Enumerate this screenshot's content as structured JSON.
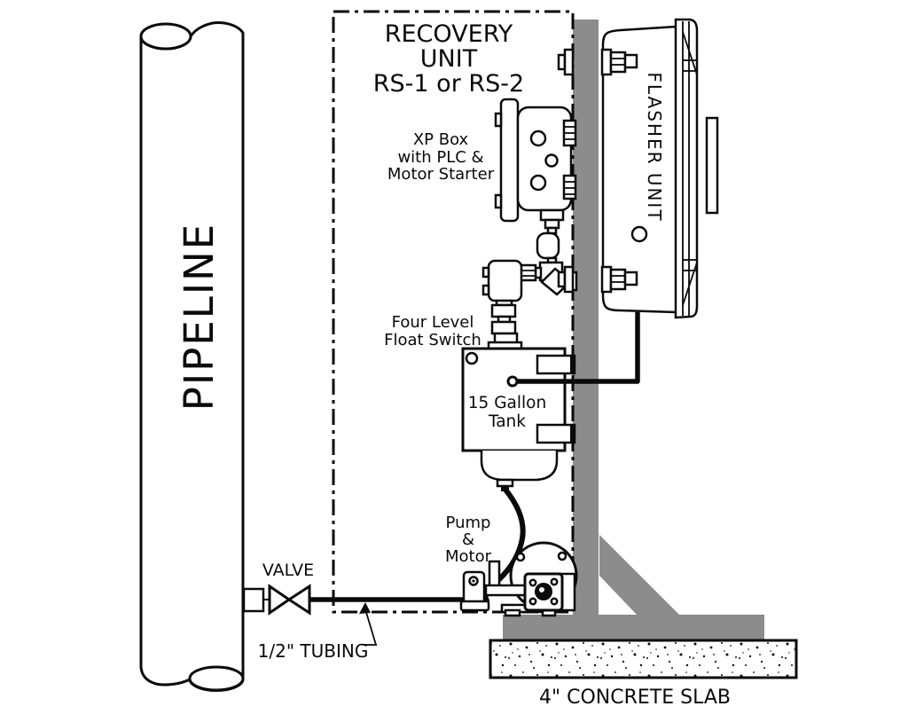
{
  "diagram": {
    "colors": {
      "post_gray": "#8c8c8c",
      "ink": "#0a0a0a",
      "background": "#ffffff"
    },
    "recovery_unit": {
      "title_lines": [
        "RECOVERY",
        "UNIT",
        "RS-1 or RS-2"
      ]
    },
    "labels": {
      "pipeline": "PIPELINE",
      "xp_box": [
        "XP Box",
        "with PLC &",
        "Motor Starter"
      ],
      "float_switch": [
        "Four Level",
        "Float Switch"
      ],
      "tank": [
        "15 Gallon",
        "Tank"
      ],
      "pump": [
        "Pump",
        "&",
        "Motor"
      ],
      "flasher": "FLASHER UNIT",
      "valve": "VALVE",
      "tubing": "1/2\" TUBING",
      "slab": "4\" CONCRETE SLAB"
    }
  }
}
